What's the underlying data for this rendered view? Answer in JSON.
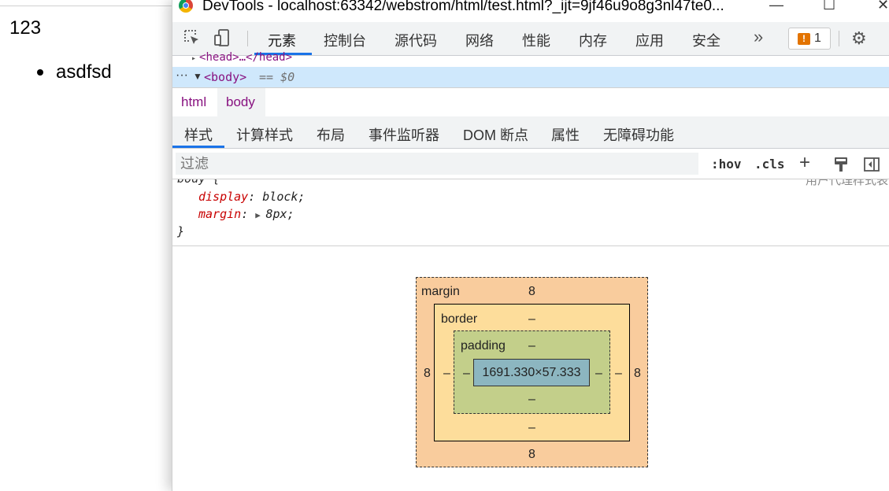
{
  "page": {
    "heading": "123",
    "list_item": "asdfsd"
  },
  "window": {
    "title": "DevTools - localhost:63342/webstrom/html/test.html?_ijt=9jf46u9o8g3nl47te0...",
    "minimize": "—",
    "maximize": "☐",
    "close": "✕"
  },
  "toolbar": {
    "tabs": [
      "元素",
      "控制台",
      "源代码",
      "网络",
      "性能",
      "内存",
      "应用",
      "安全"
    ],
    "more": "»",
    "issues_count": "1",
    "issues_flag": "!",
    "settings": "⚙"
  },
  "tree": {
    "head_node": "<head>…</head>",
    "body_node": "<body>",
    "body_suffix": "== $0",
    "dots": "···"
  },
  "breadcrumbs": [
    "html",
    "body"
  ],
  "subtabs": [
    "样式",
    "计算样式",
    "布局",
    "事件监听器",
    "DOM 断点",
    "属性",
    "无障碍功能"
  ],
  "filter": {
    "placeholder": "过滤",
    "hov": ":hov",
    "cls": ".cls",
    "plus": "+"
  },
  "rule": {
    "selector": "body {",
    "source": "用户代理样式表",
    "declarations": [
      {
        "prop": "display",
        "value": "block;"
      },
      {
        "prop": "margin",
        "value": "8px;"
      }
    ],
    "close": "}"
  },
  "box_model": {
    "margin_label": "margin",
    "margin_top": "8",
    "margin_left": "8",
    "margin_right": "8",
    "margin_bottom": "8",
    "border_label": "border",
    "border_top": "–",
    "border_left": "–",
    "border_right": "–",
    "border_bottom": "–",
    "padding_label": "padding",
    "padding_top": "–",
    "padding_left": "–",
    "padding_right": "–",
    "padding_bottom": "–",
    "content": "1691.330×57.333"
  }
}
